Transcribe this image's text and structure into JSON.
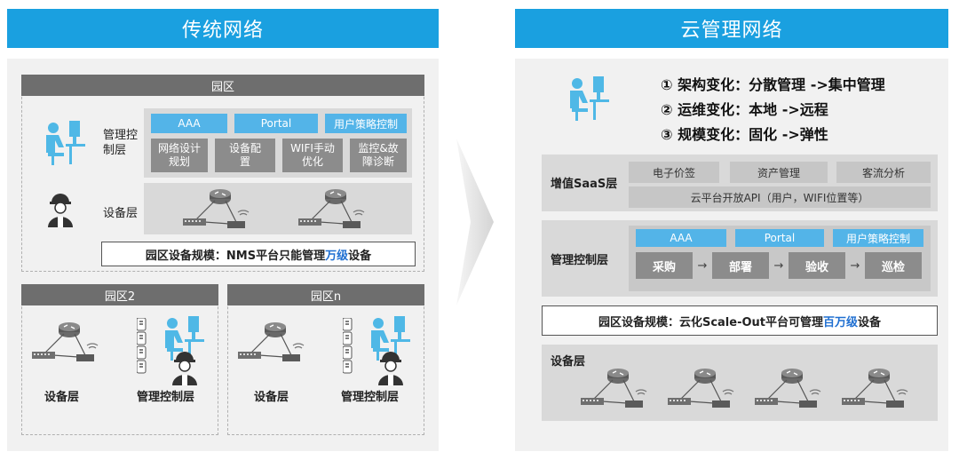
{
  "left": {
    "title": "传统网络",
    "campus": {
      "header": "园区",
      "mgmt_label": "管理控制层",
      "blue_items": [
        "AAA",
        "Portal",
        "用户策略控制"
      ],
      "gray_items": [
        "网络设计规划",
        "设备配置",
        "WIFI手动优化",
        "监控&故障诊断"
      ],
      "device_label": "设备层",
      "scale_prefix": "园区设备规模：NMS平台只能管理",
      "scale_highlight": "万级",
      "scale_suffix": "设备"
    },
    "campus2": {
      "header": "园区2",
      "device_label": "设备层",
      "mgmt_label": "管理控制层"
    },
    "campusn": {
      "header": "园区n",
      "device_label": "设备层",
      "mgmt_label": "管理控制层"
    }
  },
  "right": {
    "title": "云管理网络",
    "changes": [
      "① 架构变化：分散管理 ->集中管理",
      "② 运维变化：本地 ->远程",
      "③ 规模变化：固化 ->弹性"
    ],
    "saas": {
      "label": "增值SaaS层",
      "items": [
        "电子价签",
        "资产管理",
        "客流分析"
      ],
      "api": "云平台开放API（用户，WIFI位置等）"
    },
    "mgmt": {
      "label": "管理控制层",
      "blue_items": [
        "AAA",
        "Portal",
        "用户策略控制"
      ],
      "steps": [
        "采购",
        "部署",
        "验收",
        "巡检"
      ],
      "arrow": "→"
    },
    "scale_prefix": "园区设备规模：云化Scale-Out平台可管理",
    "scale_highlight": "百万级",
    "scale_suffix": "设备",
    "device_label": "设备层"
  },
  "colors": {
    "title_blue": "#1aa0e0",
    "box_blue": "#53b4e8",
    "highlight": "#1f6fd1",
    "person_blue": "#4fb8e6"
  }
}
